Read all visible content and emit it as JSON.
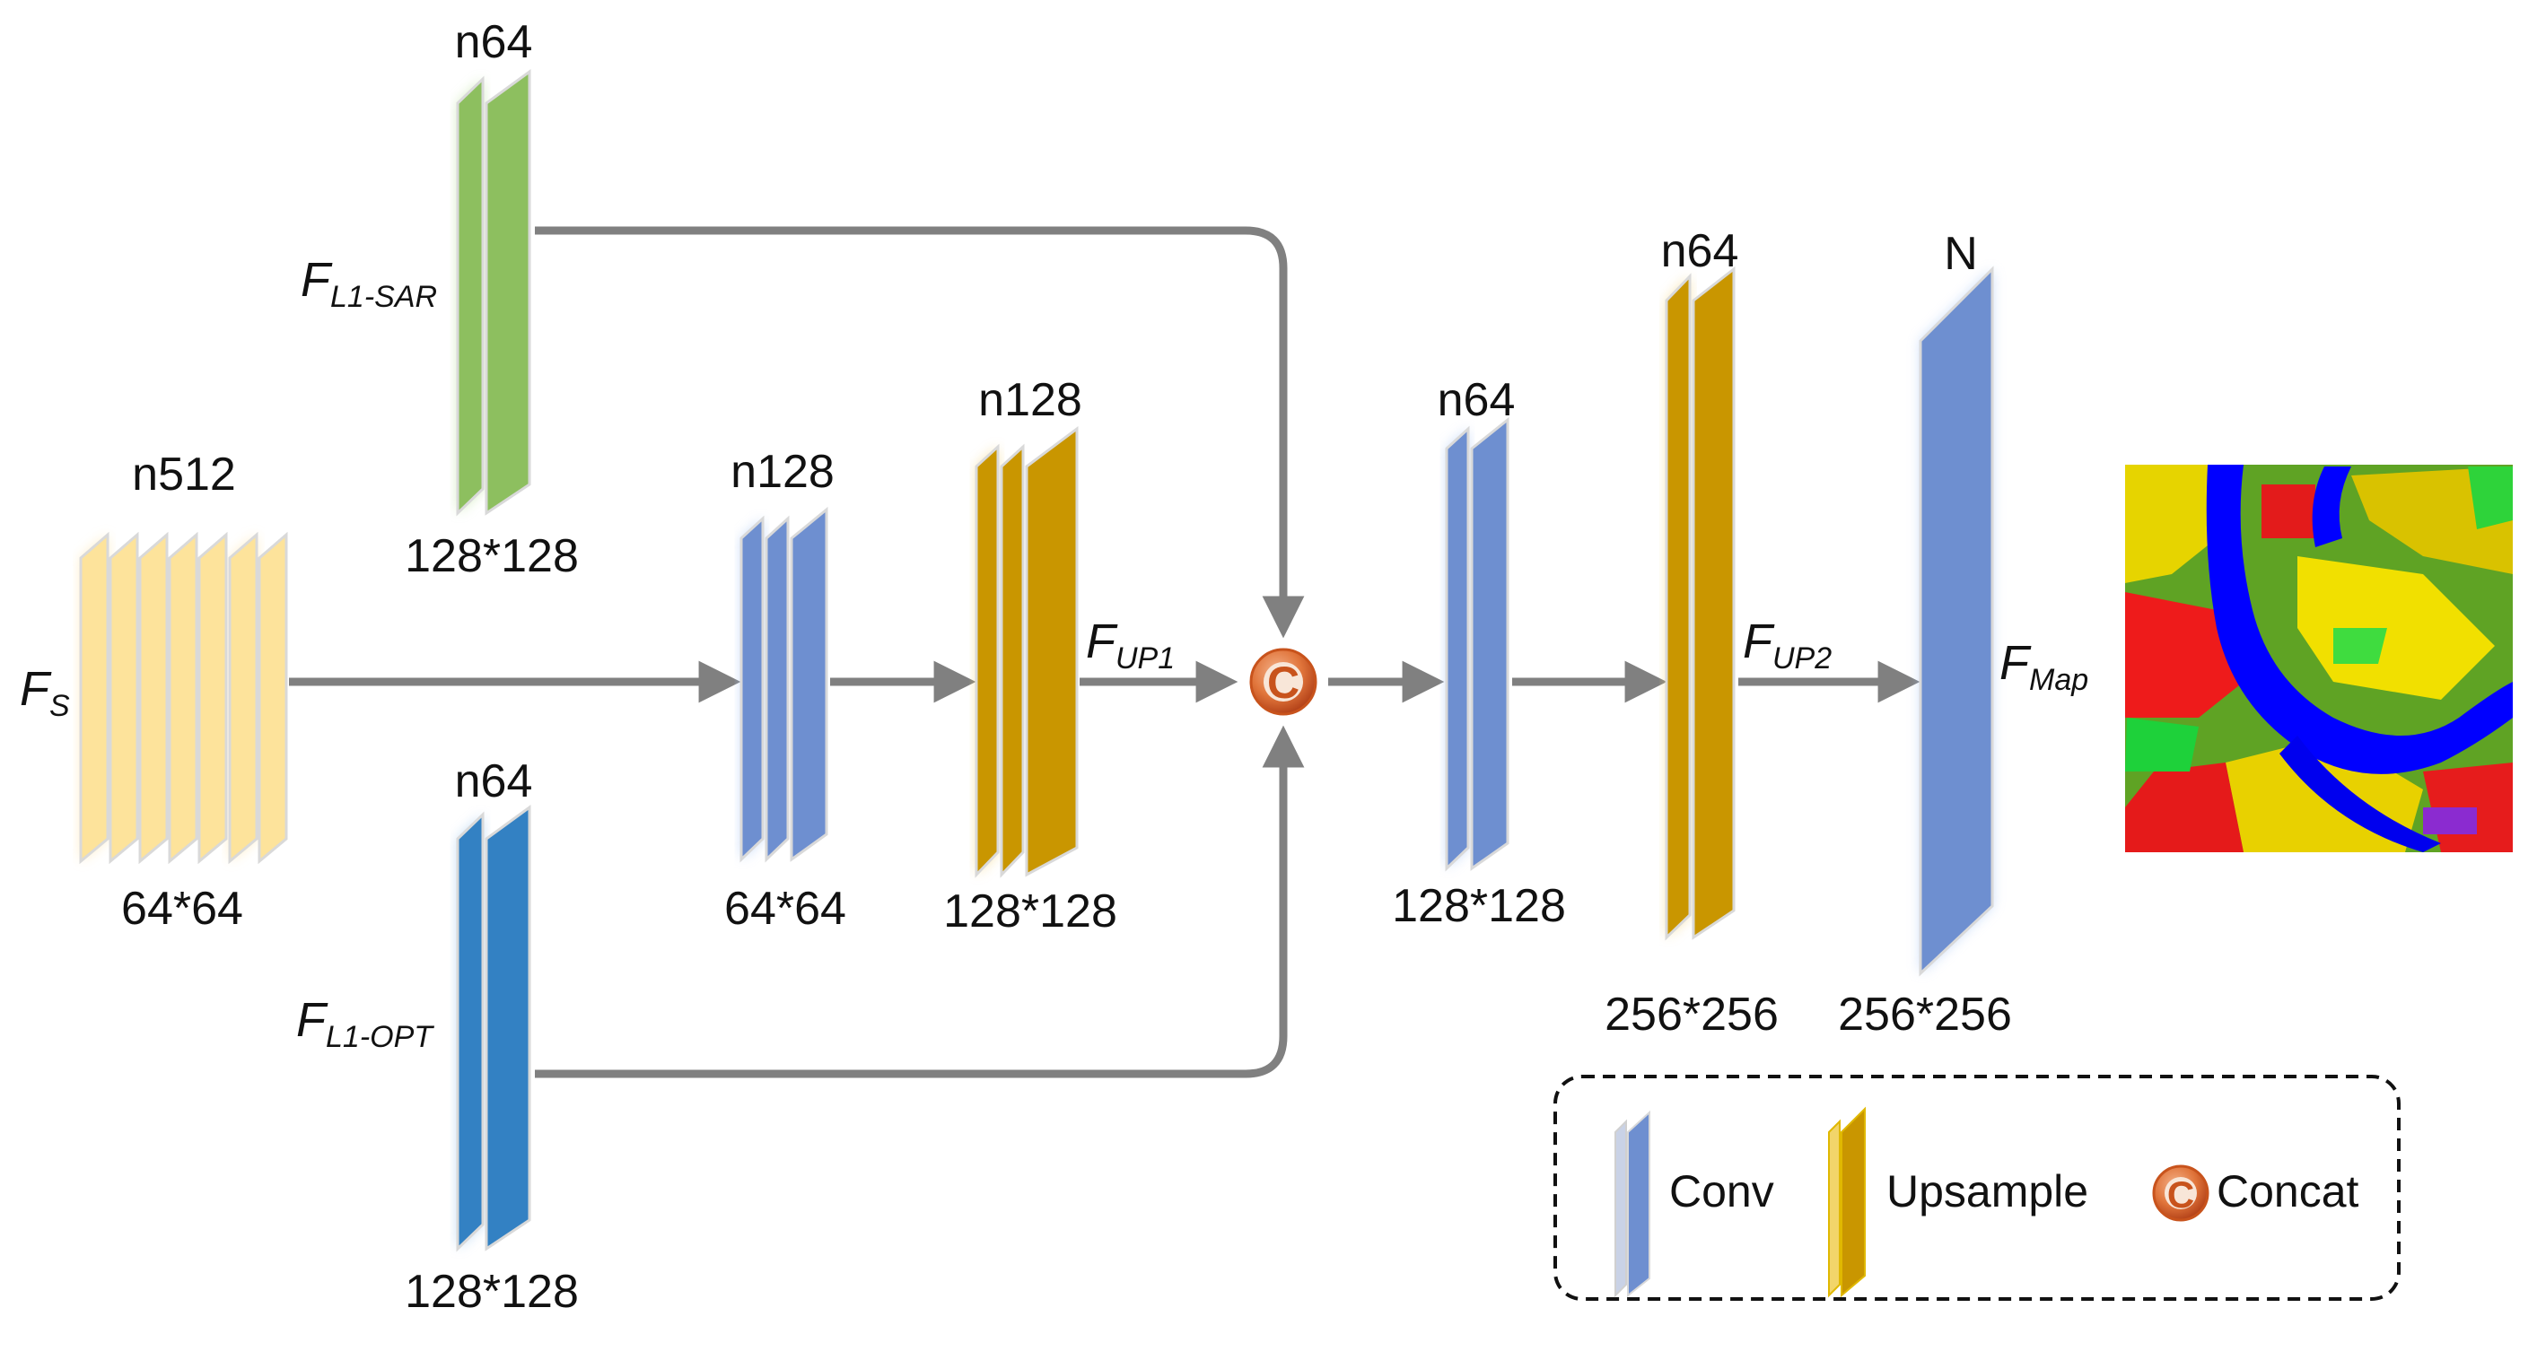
{
  "colors": {
    "fs_block": "#fde39b",
    "sar_block": "#8dbf5f",
    "opt_block": "#3381c3",
    "conv_block": "#6e8fd0",
    "upsample_block": "#c99600",
    "arrow": "#808080",
    "concat_ring": "#c8531c"
  },
  "blocks": {
    "fs": {
      "channels": "n512",
      "size": "64*64",
      "label_main": "F",
      "label_sub": "S"
    },
    "sar": {
      "channels": "n64",
      "size": "128*128",
      "label_main": "F",
      "label_sub": "L1-SAR"
    },
    "opt": {
      "channels": "n64",
      "size": "128*128",
      "label_main": "F",
      "label_sub": "L1-OPT"
    },
    "conv1": {
      "channels": "n128",
      "size": "64*64"
    },
    "up1": {
      "channels": "n128",
      "size": "128*128",
      "label_main": "F",
      "label_sub": "UP1"
    },
    "conv2": {
      "channels": "n64",
      "size": "128*128"
    },
    "up2": {
      "channels": "n64",
      "size": "256*256",
      "label_main": "F",
      "label_sub": "UP2"
    },
    "out": {
      "channels": "N",
      "size": "256*256",
      "label_main": "F",
      "label_sub": "Map"
    }
  },
  "concat_symbol": "C",
  "legend": {
    "conv": "Conv",
    "upsample": "Upsample",
    "concat": "Concat",
    "concat_symbol": "C"
  },
  "output_image": "land-cover-classification-map"
}
